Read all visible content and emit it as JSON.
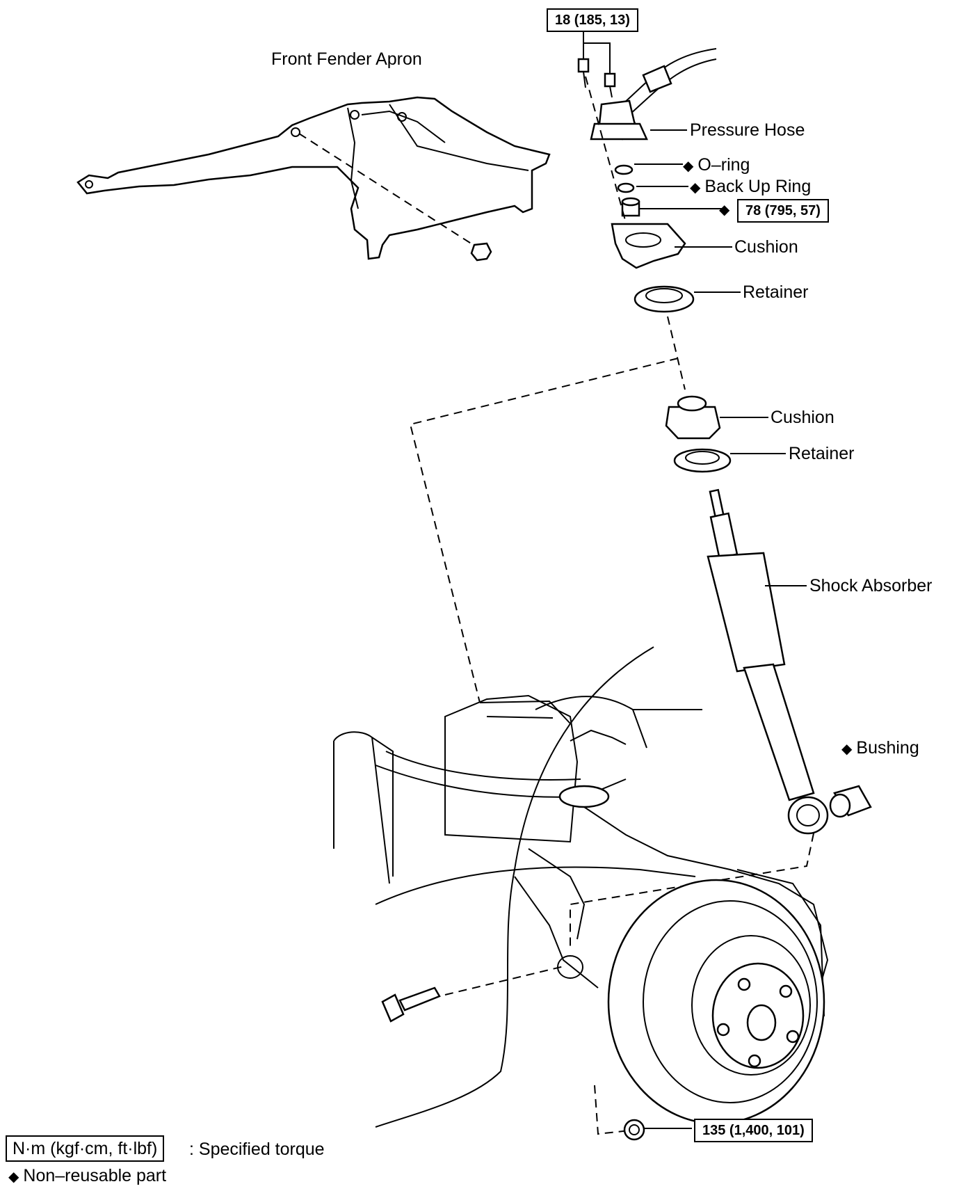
{
  "labels": {
    "front_fender_apron": "Front Fender Apron",
    "pressure_hose": "Pressure Hose",
    "o_ring": "O–ring",
    "back_up_ring": "Back Up Ring",
    "cushion_upper": "Cushion",
    "retainer_upper": "Retainer",
    "cushion_lower": "Cushion",
    "retainer_lower": "Retainer",
    "shock_absorber": "Shock Absorber",
    "bushing": "Bushing"
  },
  "torques": {
    "hose_bolts": "18 (185, 13)",
    "upper_nut": "78 (795, 57)",
    "lower_nut": "135 (1,400, 101)"
  },
  "legend": {
    "torque_unit": "N·m (kgf·cm, ft·lbf)",
    "torque_desc": ": Specified torque",
    "non_reusable_mark": "◆",
    "non_reusable_desc": "Non–reusable part"
  }
}
